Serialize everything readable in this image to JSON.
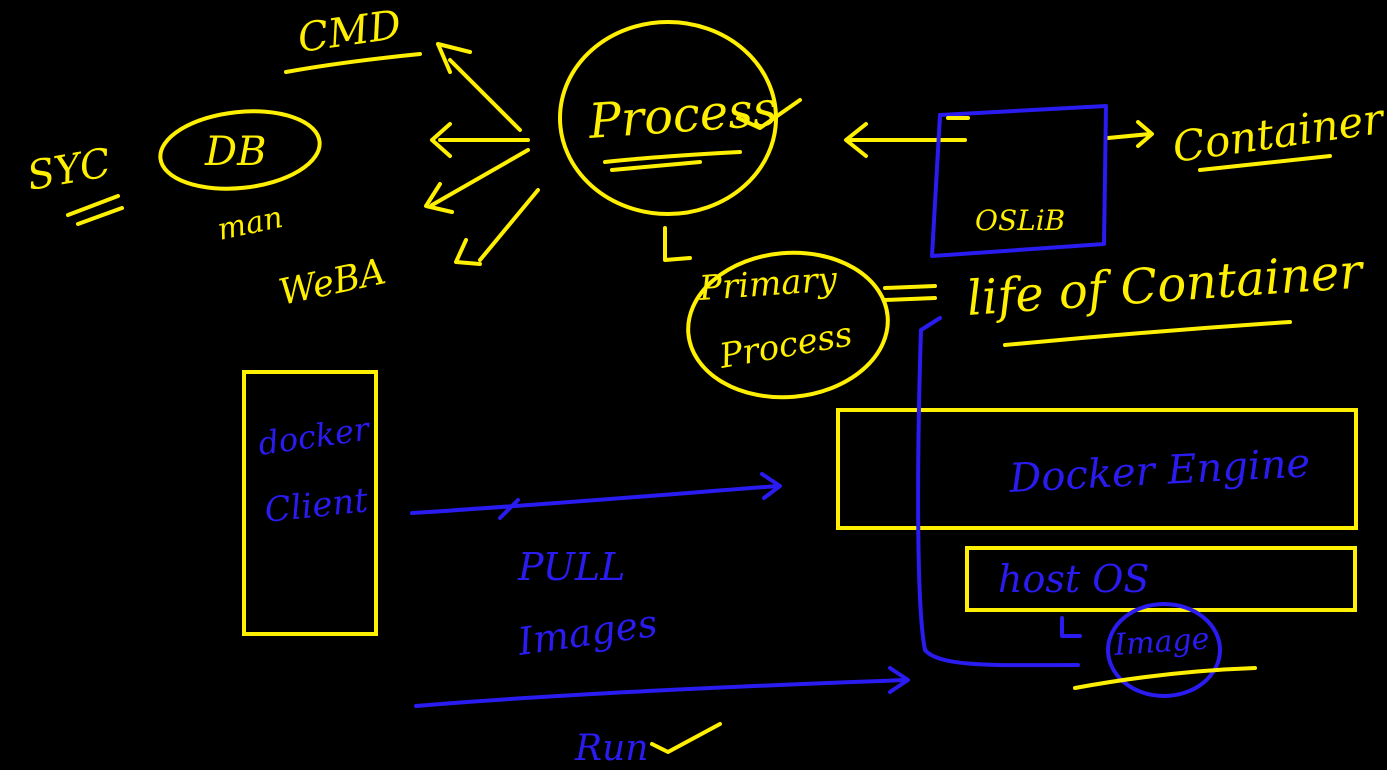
{
  "colors": {
    "background": "#000000",
    "yellow_ink": "#ffef00",
    "blue_ink": "#2a1bf0"
  },
  "labels": {
    "cmd": "CMD",
    "db": "DB",
    "svc": "SYC",
    "man": "man",
    "weba": "WeBA",
    "process": "Process",
    "oslib": "OSLiB",
    "container": "Container",
    "primary_line1": "Primary",
    "primary_line2": "Process",
    "life_of_container": "life of Container",
    "docker_client_line1": "docker",
    "docker_client_line2": "Client",
    "docker_engine": "Docker Engine",
    "host_os": "host OS",
    "image": "Image",
    "pull": "PULL",
    "images": "Images",
    "run": "Run"
  }
}
